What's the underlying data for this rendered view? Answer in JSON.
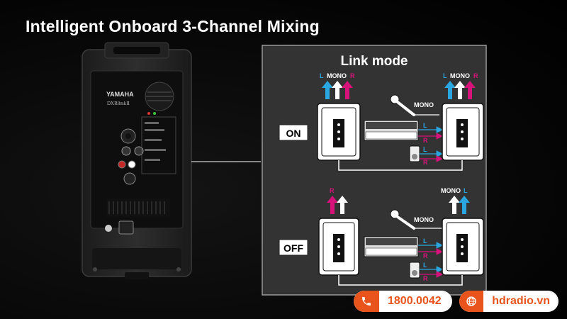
{
  "header": {
    "title": "Intelligent Onboard 3-Channel Mixing"
  },
  "speaker": {
    "brand": "YAMAHA",
    "model": "DXR8mkII"
  },
  "panel": {
    "title": "Link mode",
    "on": {
      "mode_label": "ON",
      "left_speaker": {
        "arrows": [
          "L",
          "MONO",
          "R"
        ]
      },
      "right_speaker": {
        "arrows": [
          "L",
          "MONO",
          "R"
        ]
      },
      "mic_label": "MONO",
      "keyboard_outputs": [
        "L",
        "R"
      ],
      "player_outputs": [
        "L",
        "R"
      ]
    },
    "off": {
      "mode_label": "OFF",
      "left_speaker": {
        "arrows": [
          "R"
        ]
      },
      "right_speaker": {
        "arrows": [
          "MONO",
          "L"
        ]
      },
      "mic_label": "MONO",
      "keyboard_outputs": [
        "L",
        "R"
      ],
      "player_outputs": [
        "L",
        "R"
      ]
    }
  },
  "contact": {
    "phone": "1800.0042",
    "website": "hdradio.vn",
    "phone_icon": "phone-icon",
    "web_icon": "globe-icon"
  },
  "colors": {
    "accent_orange": "#e8541c",
    "left_blue": "#2aa7e0",
    "right_magenta": "#d6137a",
    "connector_blue": "#2aa7e0"
  }
}
